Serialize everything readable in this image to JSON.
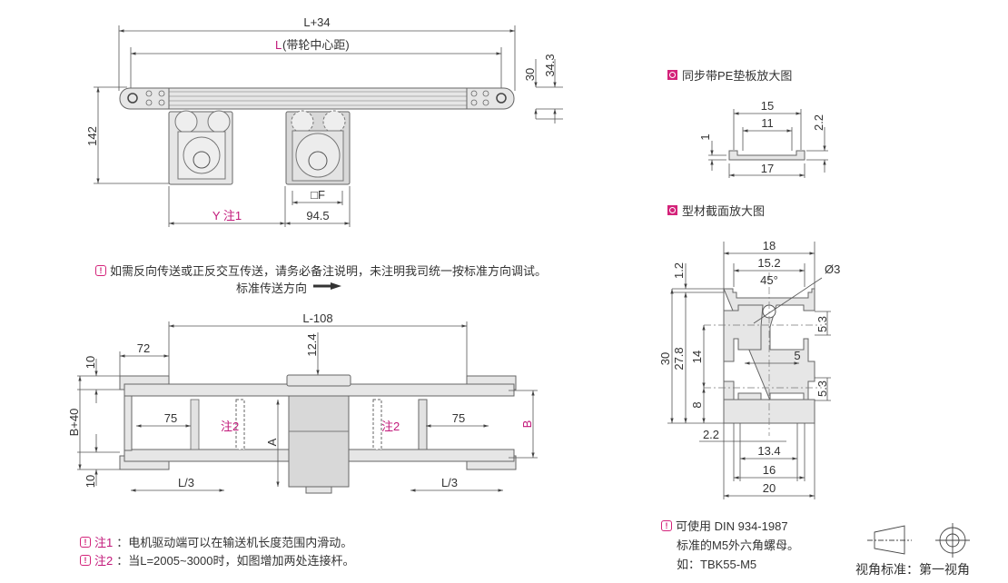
{
  "top_view": {
    "dim_overall": "L+34",
    "dim_center_prefix": "L",
    "dim_center_suffix": "(带轮中心距)",
    "dim_height_30": "30",
    "dim_height_343": "34.3",
    "dim_142": "142",
    "dim_square": "□F",
    "dim_y": "Y 注1",
    "dim_945": "94.5"
  },
  "direction_note": {
    "text": "如需反向传送或正反交互传送，请务必备注说明，未注明我司统一按标准方向调试。",
    "direction_label": "标准传送方向"
  },
  "plan_view": {
    "dim_l108": "L-108",
    "dim_72": "72",
    "dim_124": "12.4",
    "dim_10_top": "10",
    "dim_10_bottom": "10",
    "dim_b40": "B+40",
    "dim_75_left": "75",
    "dim_75_right": "75",
    "note2_left": "注2",
    "note2_right": "注2",
    "dim_a": "A",
    "dim_b": "B",
    "dim_l3_left": "L/3",
    "dim_l3_right": "L/3"
  },
  "notes": [
    {
      "key": "注1",
      "text": "：电机驱动端可以在输送机长度范围内滑动。"
    },
    {
      "key": "注2",
      "text": "：当L=2005~3000时，如图增加两处连接杆。"
    }
  ],
  "pe_pad": {
    "title": "同步带PE垫板放大图",
    "dim_15": "15",
    "dim_11": "11",
    "dim_1": "1",
    "dim_22": "2.2",
    "dim_17": "17"
  },
  "profile": {
    "title": "型材截面放大图",
    "dim_18": "18",
    "dim_152": "15.2",
    "dim_45": "45°",
    "dim_d3": "Ø3",
    "dim_12": "1.2",
    "dim_30": "30",
    "dim_278": "27.8",
    "dim_14": "14",
    "dim_8": "8",
    "dim_53a": "5.3",
    "dim_53b": "5.3",
    "dim_5": "5",
    "dim_22": "2.2",
    "dim_134": "13.4",
    "dim_16": "16",
    "dim_20": "20"
  },
  "nut_note": {
    "line1": "可使用 DIN 934-1987",
    "line2": "标准的M5外六角螺母。",
    "line3": "如：TBK55-M5"
  },
  "projection": {
    "label": "视角标准：第一视角"
  }
}
